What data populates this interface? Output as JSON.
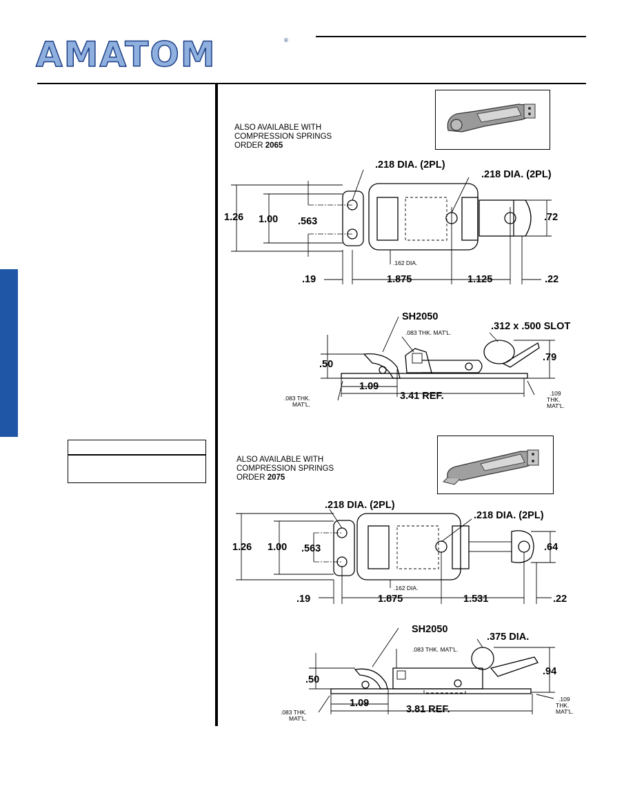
{
  "header": {
    "logo_text": "AMATOM",
    "registered_mark": "®"
  },
  "colors": {
    "brand_blue": "#2056a6",
    "logo_fill": "#8fb0df",
    "logo_outline": "#1d3f86"
  },
  "product_a": {
    "note_line1": "ALSO AVAILABLE WITH",
    "note_line2": "COMPRESSION SPRINGS",
    "note_order_prefix": "ORDER ",
    "note_order_number": "2065",
    "top_view": {
      "hole_left": ".218 DIA. (2PL)",
      "hole_right": ".218 DIA. (2PL)",
      "height_overall": "1.26",
      "height_holes": "1.00",
      "height_inner": ".563",
      "height_right": ".72",
      "pin_dia": ".162 DIA.",
      "dist_1": ".19",
      "dist_2": "1.875",
      "dist_3": "1.125",
      "dist_4": ".22"
    },
    "side_view": {
      "catch_part": "SH2050",
      "thk_latch": ".083 THK. MAT'L.",
      "slot": ".312 x .500 SLOT",
      "height_left": ".50",
      "height_right": ".79",
      "len_catch": "1.09",
      "len_ref": "3.41 REF.",
      "thk_catch_1": ".083 THK.",
      "thk_catch_2": "MAT'L.",
      "thk_base_1": ".109",
      "thk_base_2": "THK.",
      "thk_base_3": "MAT'L."
    }
  },
  "product_b": {
    "note_line1": "ALSO AVAILABLE WITH",
    "note_line2": "COMPRESSION SPRINGS",
    "note_order_prefix": "ORDER ",
    "note_order_number": "2075",
    "top_view": {
      "hole_left": ".218 DIA. (2PL)",
      "hole_right": ".218 DIA. (2PL)",
      "height_overall": "1.26",
      "height_holes": "1.00",
      "height_inner": ".563",
      "height_right": ".64",
      "pin_dia": ".162 DIA.",
      "dist_1": ".19",
      "dist_2": "1.875",
      "dist_3": "1.531",
      "dist_4": ".22"
    },
    "side_view": {
      "catch_part": "SH2050",
      "thk_latch": ".083 THK. MAT'L.",
      "hole": ".375 DIA.",
      "height_left": ".50",
      "height_right": ".94",
      "len_catch": "1.09",
      "len_ref": "3.81 REF.",
      "thk_catch_1": ".083 THK.",
      "thk_catch_2": "MAT'L.",
      "thk_base_1": ".109",
      "thk_base_2": "THK.",
      "thk_base_3": "MAT'L."
    }
  }
}
